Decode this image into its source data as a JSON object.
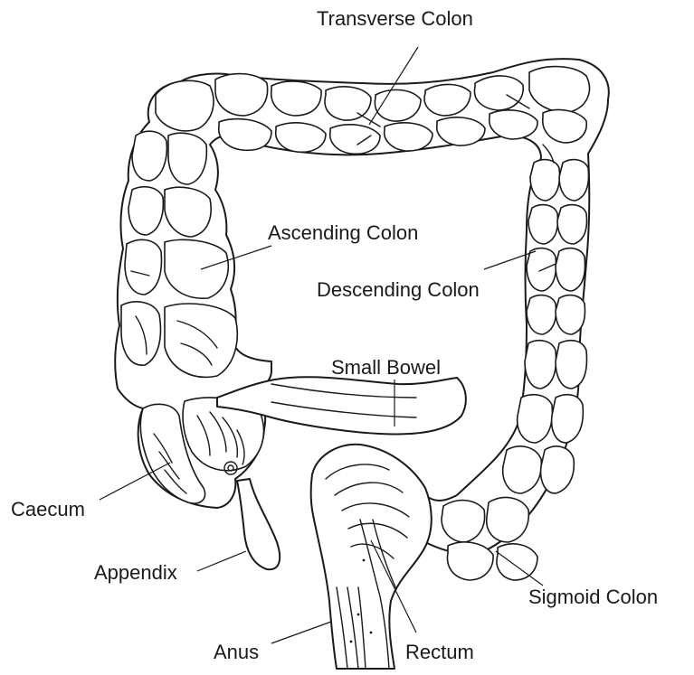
{
  "labels": {
    "transverse_colon": "Transverse Colon",
    "ascending_colon": "Ascending Colon",
    "descending_colon": "Descending Colon",
    "small_bowel": "Small Bowel",
    "caecum": "Caecum",
    "appendix": "Appendix",
    "sigmoid_colon": "Sigmoid Colon",
    "anus": "Anus",
    "rectum": "Rectum"
  },
  "colors": {
    "ink": "#1a1a1a",
    "background": "#ffffff"
  }
}
